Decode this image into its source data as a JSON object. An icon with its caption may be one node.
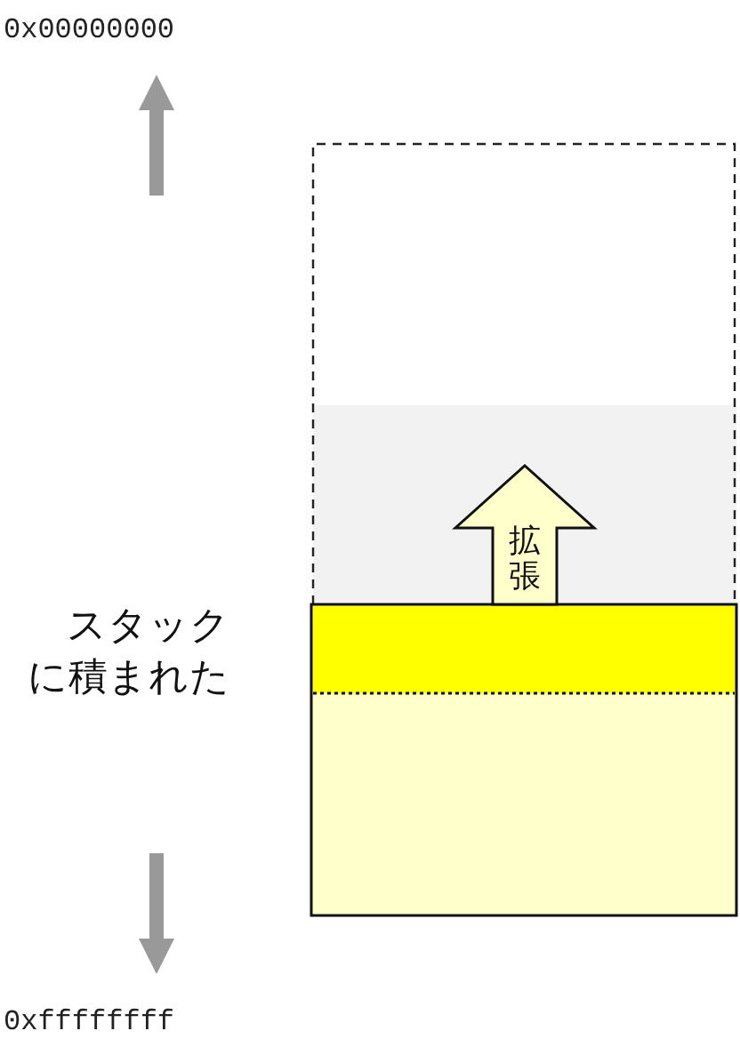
{
  "diagram": {
    "nodes": [
      {
        "text": [
          "拡張"
        ]
      }
    ],
    "labels": [
      "0x00000000",
      "スタックに積まれた",
      "0xffffffff"
    ]
  }
}
